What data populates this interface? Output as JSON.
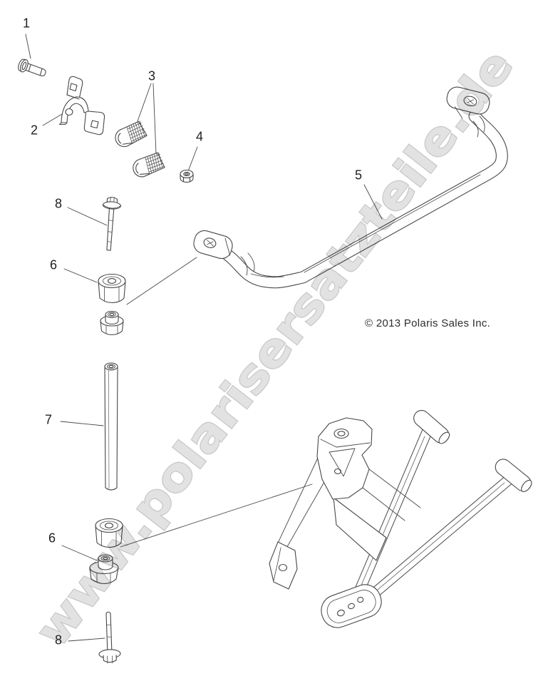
{
  "diagram": {
    "watermark": "www.polarisersatzteile.de",
    "copyright": "© 2013 Polaris Sales Inc.",
    "callouts": [
      {
        "ref": "1"
      },
      {
        "ref": "2"
      },
      {
        "ref": "3"
      },
      {
        "ref": "4"
      },
      {
        "ref": "5"
      },
      {
        "ref": "8"
      },
      {
        "ref": "6"
      },
      {
        "ref": "7"
      },
      {
        "ref": "6"
      },
      {
        "ref": "8"
      }
    ],
    "colors": {
      "line": "#474747",
      "watermark_fill": "#e2e2e2",
      "watermark_stroke": "#c9c9c9"
    }
  }
}
